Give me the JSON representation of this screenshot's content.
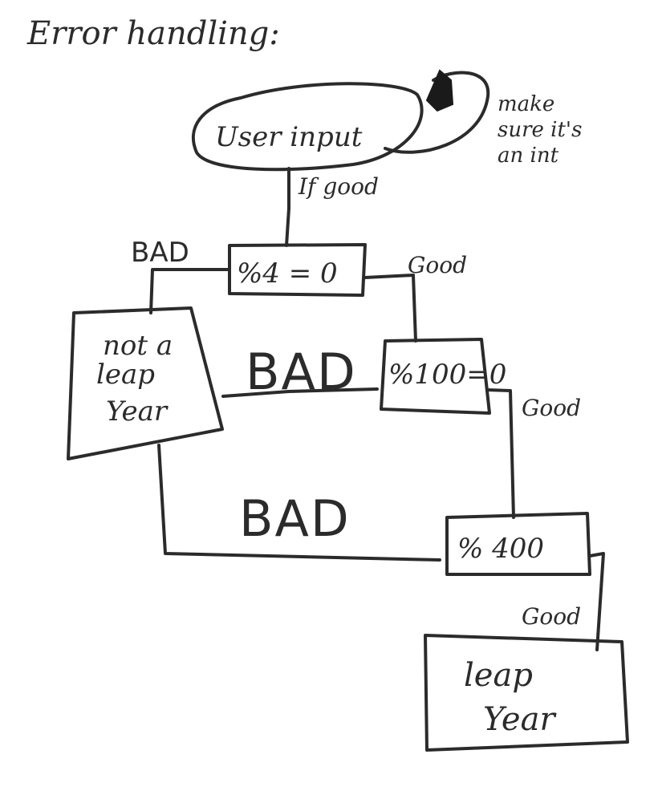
{
  "title": "Error handling:",
  "nodes": {
    "input": "User input",
    "mod4": "%4 = 0",
    "mod100": "%100=0",
    "mod400": "% 400",
    "not_leap": [
      "not a",
      "leap",
      "Year"
    ],
    "leap": [
      "leap",
      "Year"
    ]
  },
  "note": [
    "make",
    "sure it's",
    "an int"
  ],
  "edges": {
    "if_good": "If good",
    "bad_1": "BAD",
    "good_1": "Good",
    "bad_2": "BAD",
    "good_2": "Good",
    "bad_3": "BAD",
    "good_3": "Good"
  }
}
